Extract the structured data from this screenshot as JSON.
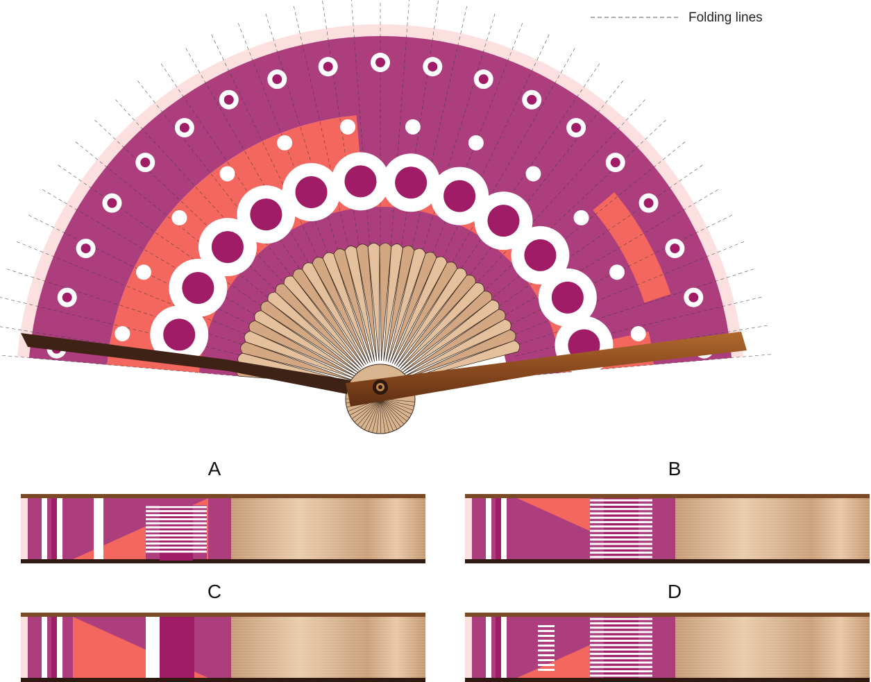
{
  "legend": {
    "label": "Folding lines",
    "line_style": "dashed"
  },
  "colors": {
    "magenta": "#ad3e7e",
    "magenta_dark": "#a11c66",
    "coral": "#f4675e",
    "edge_pink": "#fbe0df",
    "white": "#ffffff",
    "rib_light": "#e8c7a3",
    "rib_mid": "#cfa37e",
    "rib_dark": "#b98a63",
    "guard_brown": "#8a4a1f",
    "guard_dark": "#3e2215",
    "stick_top": "#7c4a25",
    "stick_bottom": "#2e1a10"
  },
  "options": [
    {
      "label": "A"
    },
    {
      "label": "B"
    },
    {
      "label": "C"
    },
    {
      "label": "D"
    }
  ]
}
